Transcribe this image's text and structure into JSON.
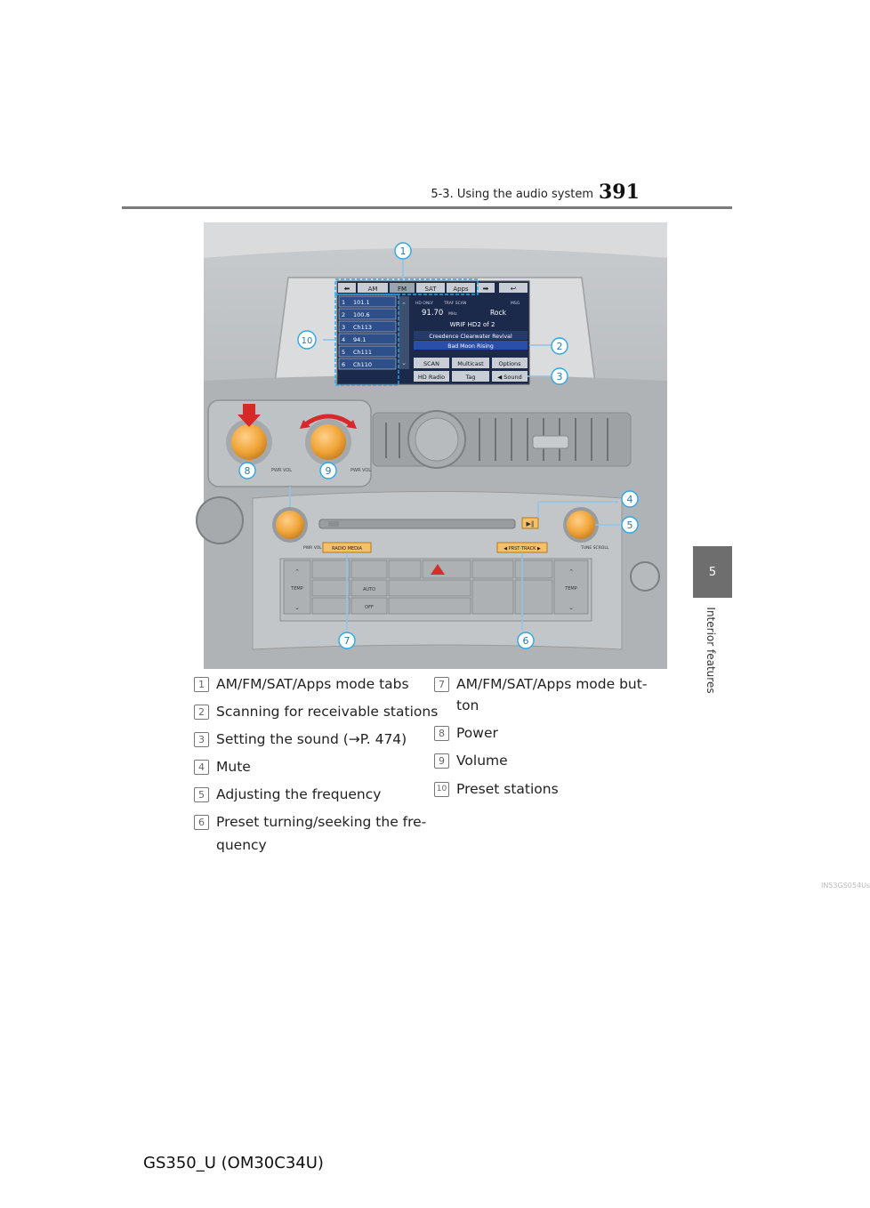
{
  "header": {
    "section_title": "5-3. Using the audio system",
    "page_number": "391"
  },
  "side_tab": {
    "chapter_number": "5",
    "chapter_title": "Interior features"
  },
  "figure": {
    "image_code": "IN53GS054Us",
    "callouts": [
      "1",
      "2",
      "3",
      "4",
      "5",
      "6",
      "7",
      "8",
      "9",
      "10"
    ],
    "screen": {
      "tabs": [
        "AM",
        "FM",
        "SAT",
        "Apps"
      ],
      "active_tab": "FM",
      "presets": [
        {
          "num": "1",
          "label": "101.1"
        },
        {
          "num": "2",
          "label": "100.6"
        },
        {
          "num": "3",
          "label": "Ch113"
        },
        {
          "num": "4",
          "label": "94.1"
        },
        {
          "num": "5",
          "label": "Ch111"
        },
        {
          "num": "6",
          "label": "Ch110"
        }
      ],
      "info": {
        "hd_only": "HD ONLY",
        "traf_scan": "TRAF SCAN",
        "msg": "MSG",
        "frequency": "91.70",
        "unit": "MHz",
        "genre": "Rock",
        "station": "WRIF HD2 of 2",
        "artist": "Creedence Clearwater Revival",
        "song": "Bad Moon Rising"
      },
      "buttons_row1": [
        "SCAN",
        "Multicast",
        "Options"
      ],
      "buttons_row2": [
        "HD Radio",
        "Tag",
        "◀ Sound"
      ]
    },
    "panel_labels": {
      "pwr_vol": "PWR VOL",
      "tune_scroll": "TUNE SCROLL",
      "radio_media": "RADIO   MEDIA",
      "preset_track": "◀ PRST·TRACK ▶",
      "temp": "TEMP",
      "auto": "AUTO",
      "off": "OFF"
    },
    "colors": {
      "knob": "#f0a63a",
      "highlight_button": "#f5c06a",
      "callout_line": "#8fc4e6",
      "screen_tab_active": "#9aa4b0",
      "screen_bg": "#1b2a4a",
      "preset_bg": "#2d4f8a"
    }
  },
  "legend": {
    "left": [
      {
        "num": "1",
        "text": "AM/FM/SAT/Apps mode tabs"
      },
      {
        "num": "2",
        "text": "Scanning for receivable stations"
      },
      {
        "num": "3",
        "text": "Setting the sound (→P. 474)"
      },
      {
        "num": "4",
        "text": "Mute"
      },
      {
        "num": "5",
        "text": "Adjusting the frequency"
      },
      {
        "num": "6",
        "text": "Preset turning/seeking the fre-",
        "text2": "quency"
      }
    ],
    "right": [
      {
        "num": "7",
        "text": "AM/FM/SAT/Apps mode but-",
        "text2": "ton"
      },
      {
        "num": "8",
        "text": "Power"
      },
      {
        "num": "9",
        "text": "Volume"
      },
      {
        "num": "10",
        "text": "Preset stations"
      }
    ]
  },
  "footer": {
    "model": "GS350_U (OM30C34U)"
  }
}
